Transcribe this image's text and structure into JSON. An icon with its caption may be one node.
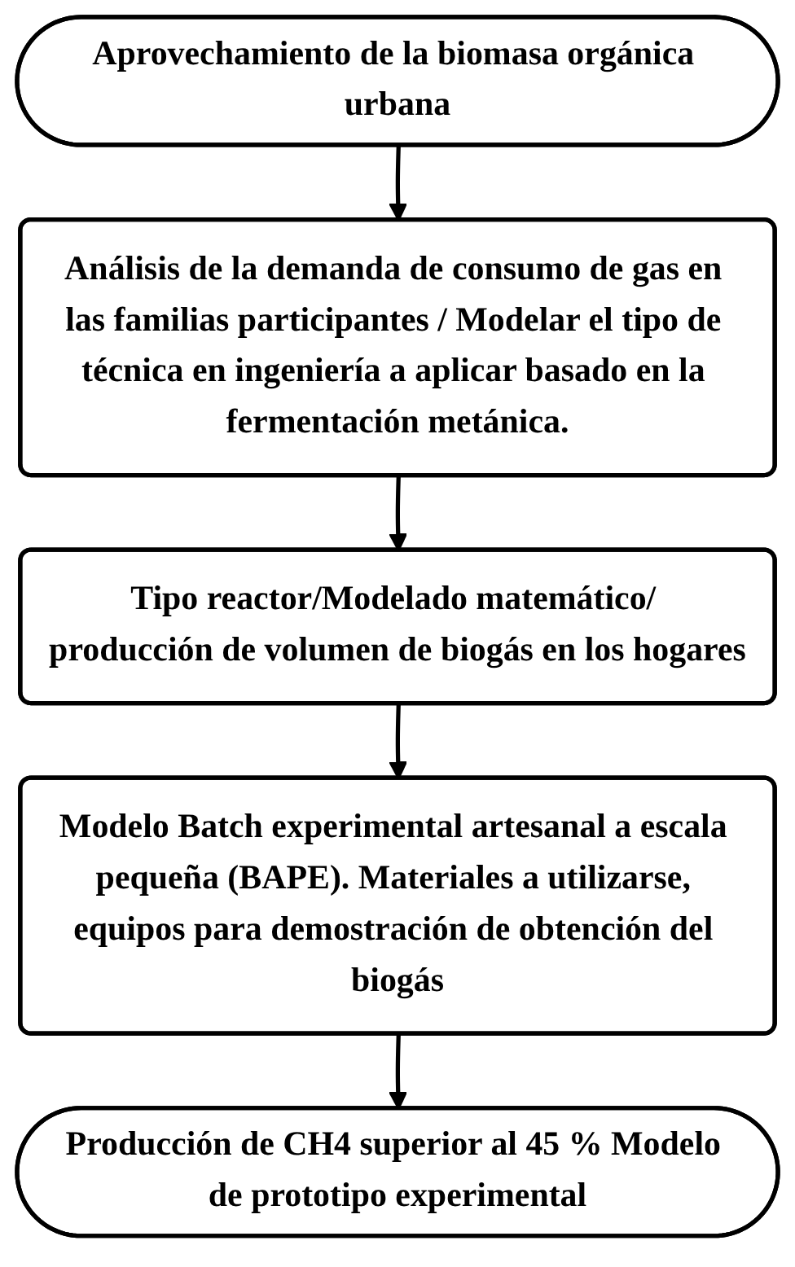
{
  "diagram": {
    "nodes": [
      {
        "text": [
          "Aprovechamiento de la biomasa orgánica urbana"
        ]
      },
      {
        "text": [
          "Análisis de la demanda de consumo de gas en las familias participantes / Modelar el tipo de técnica en ingeniería a aplicar basado en la fermentación metánica."
        ]
      },
      {
        "text": [
          "Tipo reactor/Modelado matemático/ producción de volumen de biogás en los hogares"
        ]
      },
      {
        "text": [
          "Modelo Batch experimental artesanal a escala pequeña (BAPE). Materiales a utilizarse, equipos para demostración de obtención del biogás"
        ]
      },
      {
        "text": [
          "Producción de CH4 superior al 45 % Modelo de prototipo experimental"
        ]
      }
    ],
    "edges": [
      {
        "from": 0,
        "to": 1,
        "arrow": "to"
      },
      {
        "from": 1,
        "to": 2,
        "arrow": "to"
      },
      {
        "from": 2,
        "to": 3,
        "arrow": "to"
      },
      {
        "from": 3,
        "to": 4,
        "arrow": "to"
      }
    ]
  }
}
